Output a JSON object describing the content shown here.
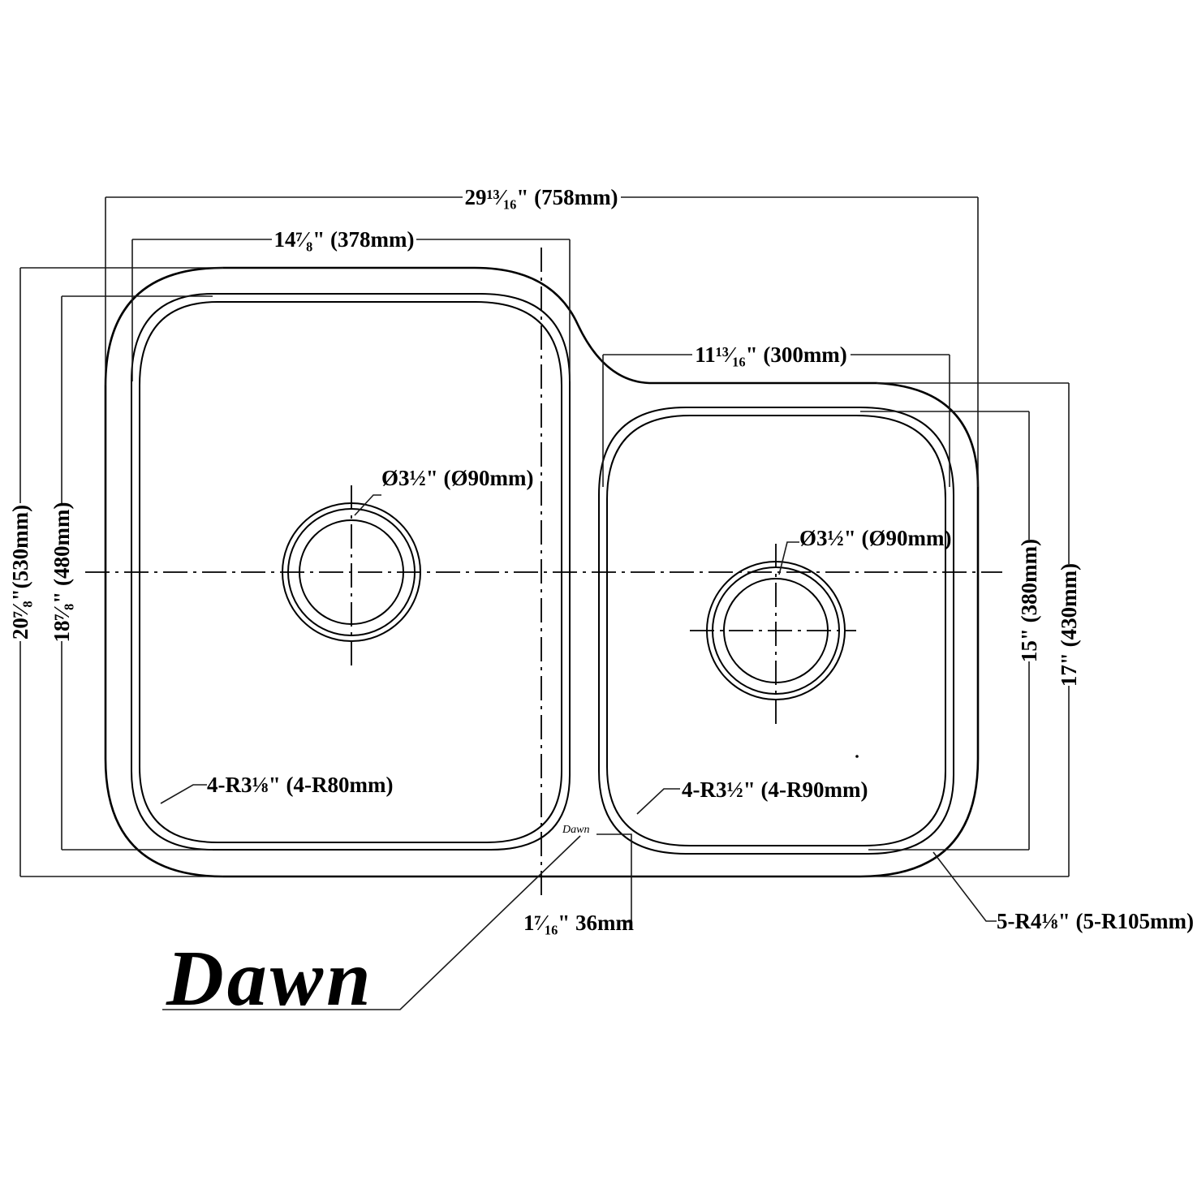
{
  "brand": {
    "name": "Dawn",
    "small_mark": "Dawn"
  },
  "dimensions": {
    "overall_width": "29¹³⁄₁₆\" (758mm)",
    "left_bowl_width": "14⁷⁄₈\" (378mm)",
    "right_bowl_width": "11¹³⁄₁₆\" (300mm)",
    "overall_depth_left": "20⁷⁄₈\"(530mm)",
    "left_bowl_depth": "18⁷⁄₈\" (480mm)",
    "right_bowl_depth": "15\" (380mm)",
    "overall_depth_right": "17\" (430mm)",
    "left_drain": "Ø3½\" (Ø90mm)",
    "right_drain": "Ø3½\" (Ø90mm)",
    "left_corner_radius": "4-R3⅛\"  (4-R80mm)",
    "right_corner_radius": "4-R3½\"  (4-R90mm)",
    "outer_corner_radius": "5-R4⅛\"  (5-R105mm)",
    "rim_offset": "1⁷⁄₁₆\" 36mm"
  }
}
